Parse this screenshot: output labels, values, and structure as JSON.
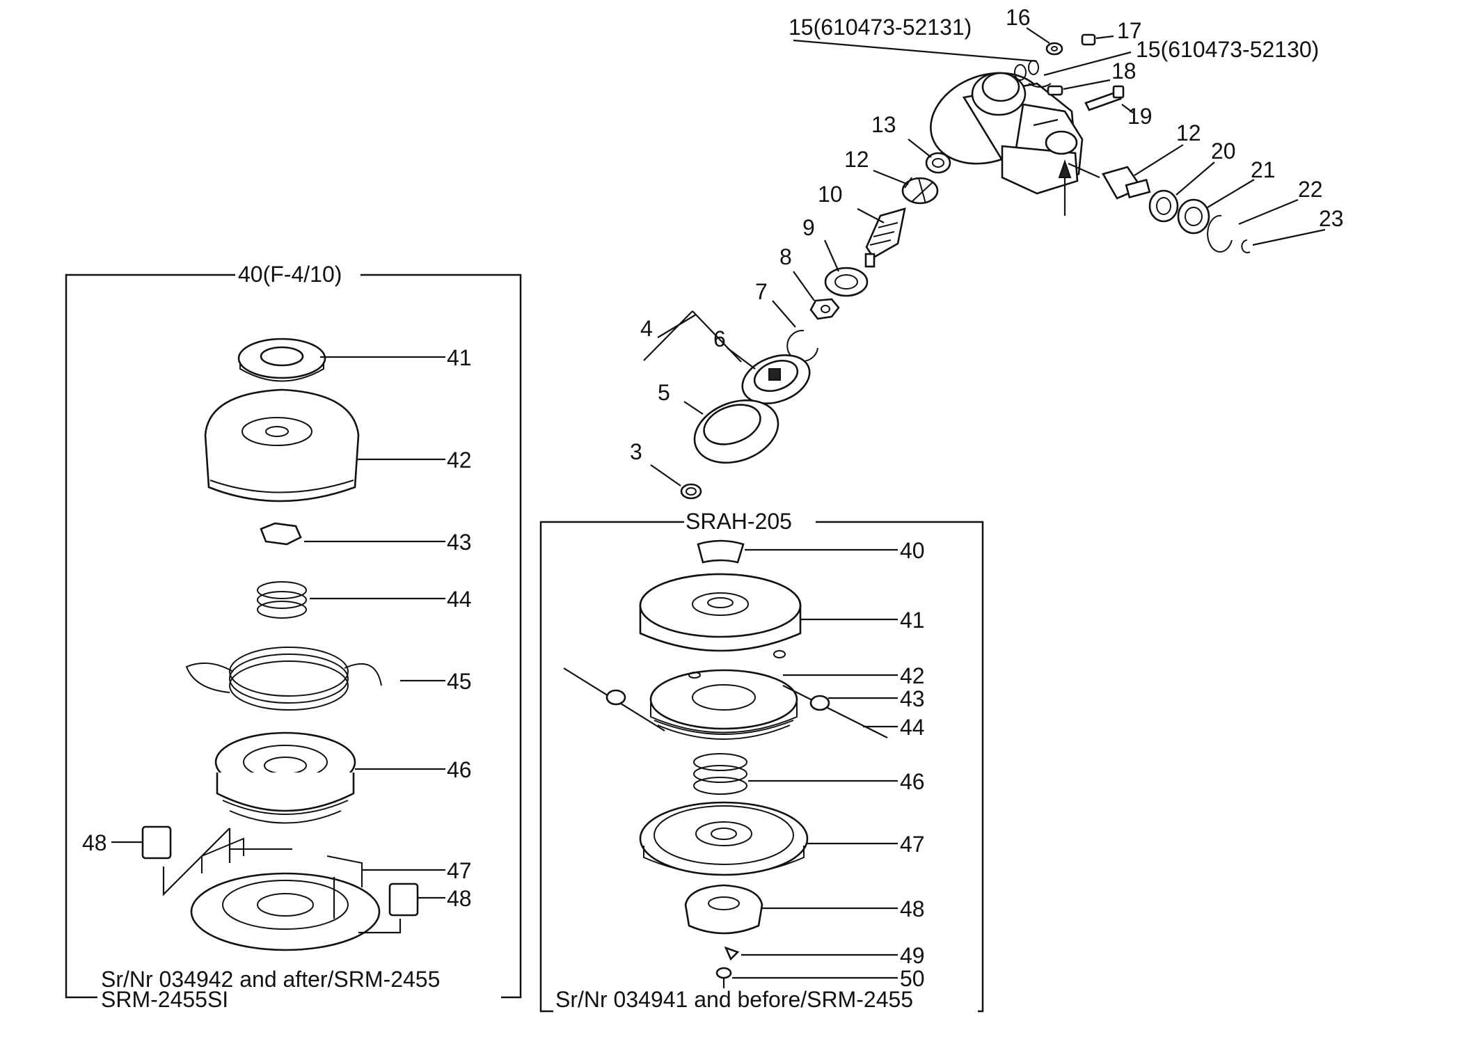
{
  "gearcase": {
    "labels": {
      "p15a": "15(610473-52131)",
      "p15b": "15(610473-52130)",
      "p16": "16",
      "p17": "17",
      "p18": "18",
      "p19": "19",
      "p12a": "12",
      "p12b": "12",
      "p13": "13",
      "p10": "10",
      "p9": "9",
      "p8": "8",
      "p7": "7",
      "p6": "6",
      "p5": "5",
      "p4": "4",
      "p3": "3",
      "p20": "20",
      "p21": "21",
      "p22": "22",
      "p23": "23"
    }
  },
  "left_box": {
    "title": "40(F-4/10)",
    "footer_line1": "Sr/Nr 034942 and after/SRM-2455",
    "footer_line2": "SRM-2455SI",
    "labels": {
      "p41": "41",
      "p42": "42",
      "p43": "43",
      "p44": "44",
      "p45": "45",
      "p46": "46",
      "p47": "47",
      "p48a": "48",
      "p48b": "48"
    }
  },
  "right_box": {
    "title": "SRAH-205",
    "footer": "Sr/Nr 034941 and before/SRM-2455",
    "labels": {
      "p40": "40",
      "p41": "41",
      "p42": "42",
      "p43": "43",
      "p44": "44",
      "p46": "46",
      "p47": "47",
      "p48": "48",
      "p49": "49",
      "p50": "50"
    }
  }
}
